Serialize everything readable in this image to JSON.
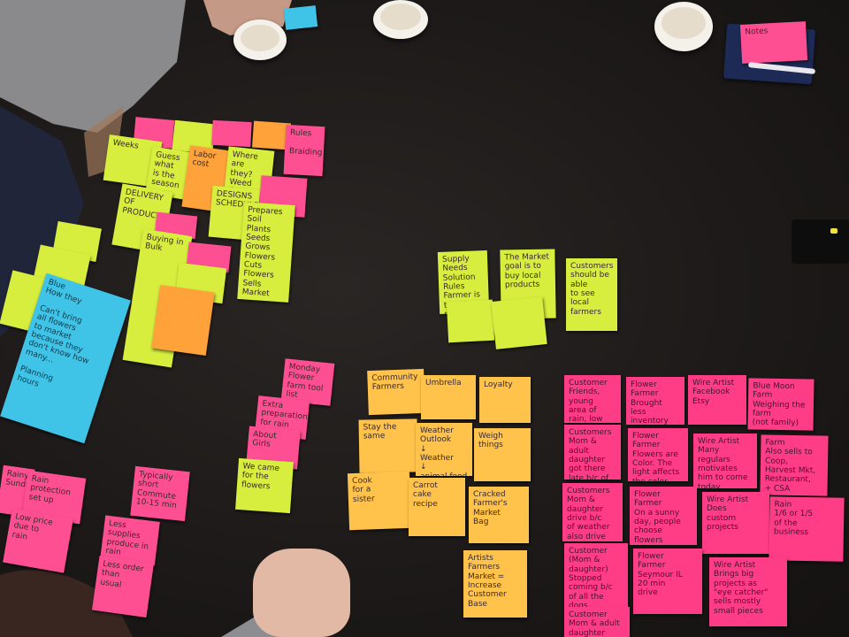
{
  "notes": {
    "top_left_1": "Weeks",
    "top_left_2": "Guess\nwhat\nis the\nseason",
    "top_left_3": "Where\nare\nthey?\nWeed\nCompanies",
    "top_left_4": "DESIGNS\nSCHEDULE",
    "top_left_5": "Rules\n\nBraiding",
    "long_row": "DELIVERY\nOF\nPRODUCTS",
    "orange_mid": "Labor\ncost",
    "sequence": "Prepares Soil\nPlants Seeds\nGrows Flowers\nCuts Flowers\nSells\nMarket",
    "scope_1": "Buying in\nBulk",
    "blue_note": "Blue\nHow they\n\nCan't bring\nall flowers\nto market\nbecause they\ndon't know how\nmany...\n\nPlanning\nhours",
    "pink_card_1": "Monday Flower\nfarm tool\nlist",
    "pink_card_2": "Extra\npreparation\nfor rain",
    "pink_card_3": "About\nGirls",
    "yellow_card_1": "We came\nfor the\nflowers",
    "center_1": "Supply Needs\nSolution Rules\nFarmer is\nto sell more\nflowers",
    "center_2": "The Market\ngoal is to\nbuy local\nproducts",
    "center_3": "Customers\nshould be able\nto see local\nfarmers",
    "orange_grid_1": "Community\nFarmers",
    "orange_grid_2": "Umbrella",
    "orange_grid_3": "Loyalty",
    "orange_grid_4": "Stay the\nsame",
    "orange_grid_5": "Weather\nOutlook\n↓\nWeather\n↓\nanimal food",
    "orange_grid_6": "Weigh\nthings",
    "orange_grid_7": "Cook\nfor a\nsister",
    "orange_grid_8": "Carrot\ncake\nrecipe",
    "orange_grid_9": "Cracked\nFarmer's\nMarket\nBag",
    "orange_grid_10": "Artists\nFarmers\nMarket =\nIncrease Customer\nBase",
    "pink_grid_1": "Customer\nFriends, young\narea of\nrain, low\ncloud, will\nrarely wash",
    "pink_grid_2": "Flower\nFarmer\nBrought less\ninventory",
    "pink_grid_3": "Wire Artist\nFacebook\nEtsy",
    "pink_grid_4": "Blue Moon Farm\nWeighing the\nfarm\n(not family)",
    "pink_grid_5": "Customers\nMom & adult\ndaughter\ngot there\nlate b/c of\nrain",
    "pink_grid_6": "Flower\nFarmer\nFlowers are\nColor. The\nlight affects\nthe color.",
    "pink_grid_7": "Wire Artist\nMany\nregulars\nmotivates\nhim to come\ntoday",
    "pink_grid_8": "Farm\nAlso sells to\nCoop,\nHarvest Mkt,\nRestaurant,\n+ CSA",
    "pink_grid_9": "Customers\nMom & daughter\ndrive b/c\nof weather\nalso drive\nb/c too hot",
    "pink_grid_10": "Flower\nFarmer\nOn a sunny\nday, people\nchoose flowers\nwhile walking\naround",
    "pink_grid_11": "Wire Artist\nDoes\ncustom\nprojects",
    "pink_grid_12": "Rain\n1/6 or 1/5\nof the\nbusiness",
    "pink_grid_13": "Customer\n(Mom & daughter)\nStopped\ncoming b/c\nof all the\ndogs",
    "pink_grid_14": "Flower\nFarmer\nSeymour IL\n20 min\ndrive",
    "pink_grid_15": "Wire Artist\nBrings big\nprojects as\n\"eye catcher\"\nsells mostly\nsmall pieces",
    "pink_grid_16": "Customer\nMom & adult\ndaughter",
    "bottom_left_1": "Rainy\nSunday",
    "bottom_left_2": "Rain\nprotection\nset up",
    "bottom_left_3": "Low price\ndue to\nrain",
    "bottom_left_4": "Typically\nshort\nCommute\n10-15 min",
    "bottom_left_5": "Less supplies\nproduce in\nrain",
    "bottom_left_6": "Less order\nthan\nusual",
    "top_book": "Notes"
  },
  "colors": {
    "table": "#1d1a19",
    "pink": "#ff4f93",
    "yellow": "#d8ee3e",
    "orange": "#ffa23a",
    "blue": "#3fc3e6",
    "mug": "#f4f1ea"
  }
}
